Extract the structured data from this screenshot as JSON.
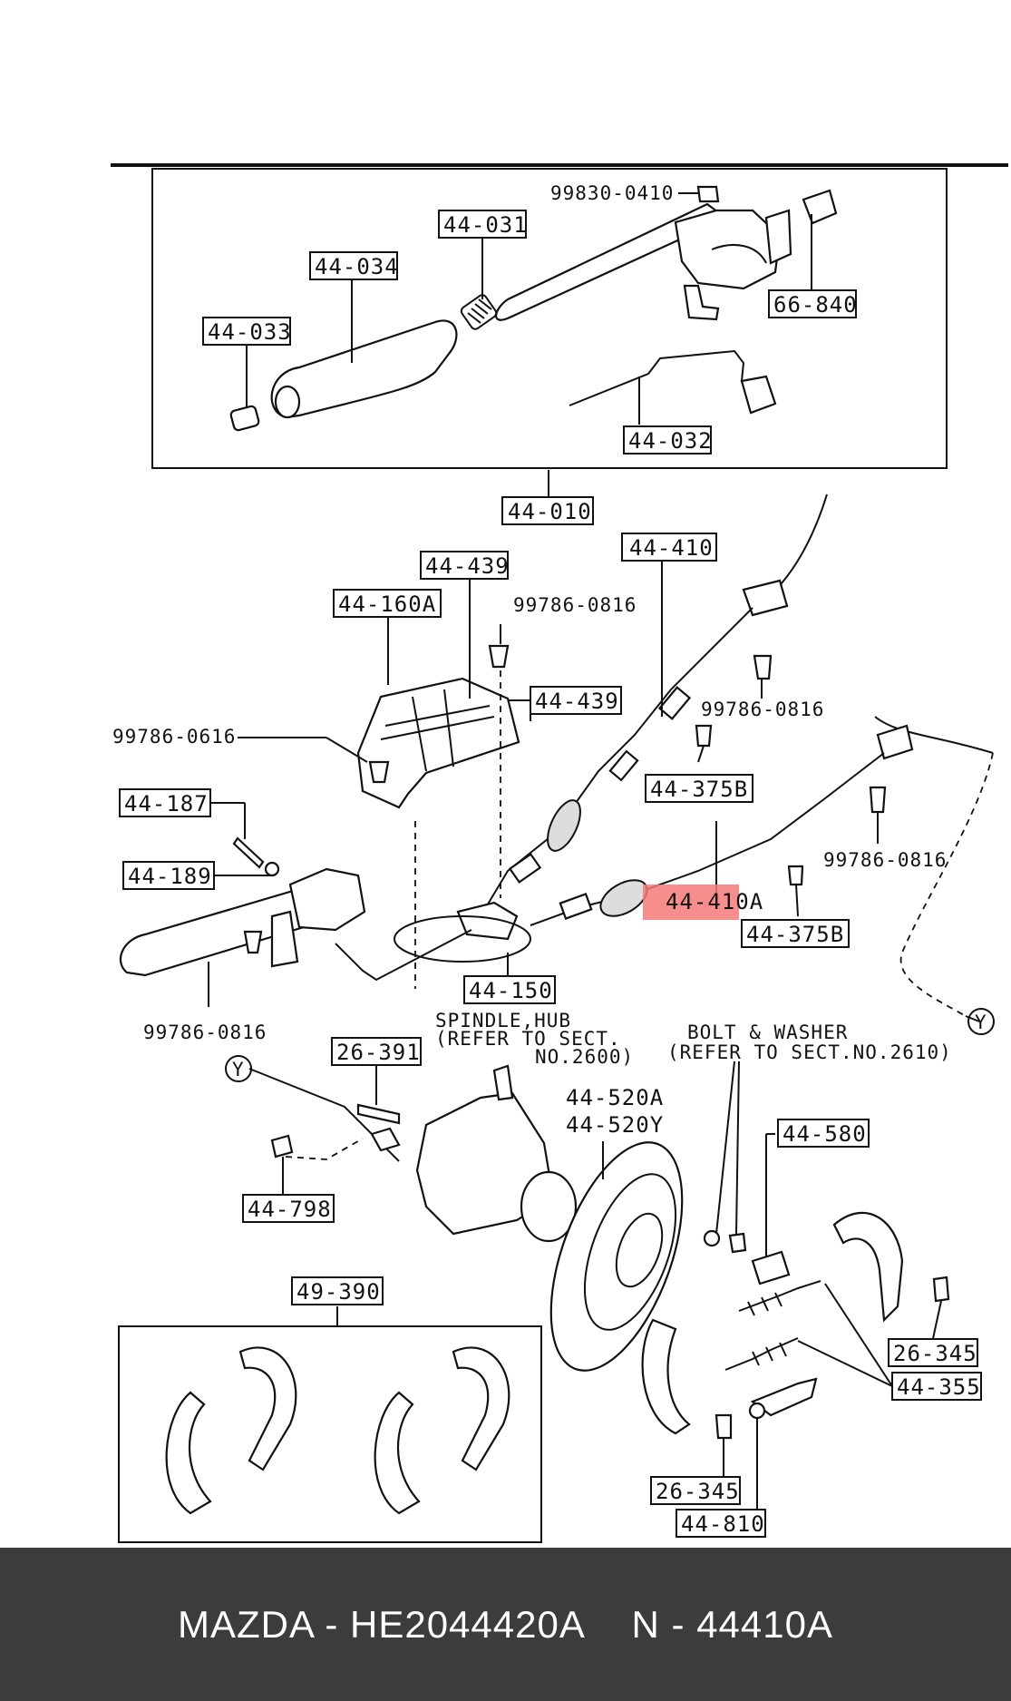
{
  "labels": {
    "bolt_top": "99830-0410",
    "p44_031": "44-031",
    "p44_034": "44-034",
    "p44_033": "44-033",
    "p66_840": "66-840",
    "p44_032": "44-032",
    "p44_010": "44-010",
    "p44_410": "44-410",
    "p44_439a": "44-439",
    "p44_160a": "44-160A",
    "bolt_0816a": "99786-0816",
    "p44_439b": "44-439",
    "bolt_0616": "99786-0616",
    "bolt_0816b": "99786-0816",
    "p44_375b_a": "44-375B",
    "p44_187": "44-187",
    "p44_189": "44-189",
    "p44_410a": "44-410A",
    "bolt_0816c": "99786-0816",
    "p44_375b_b": "44-375B",
    "p44_150": "44-150",
    "bolt_0816d": "99786-0816",
    "y_top": "Y",
    "spindle_1": "SPINDLE,HUB",
    "spindle_2": "(REFER TO SECT.",
    "spindle_3": "NO.2600)",
    "bolt_washer_1": "BOLT & WASHER",
    "bolt_washer_2": "(REFER TO SECT.NO.2610)",
    "p26_391": "26-391",
    "y_bottom": "Y",
    "p44_520a": "44-520A",
    "p44_520y": "44-520Y",
    "p44_580": "44-580",
    "p44_798": "44-798",
    "p49_390": "49-390",
    "p26_345a": "26-345",
    "p44_355": "44-355",
    "p26_345b": "26-345",
    "p44_810": "44-810"
  },
  "highlight_color": "#f47a7a",
  "footer": {
    "brand_part": "MAZDA - HE2044420A",
    "alt_number": "N - 44410A"
  }
}
